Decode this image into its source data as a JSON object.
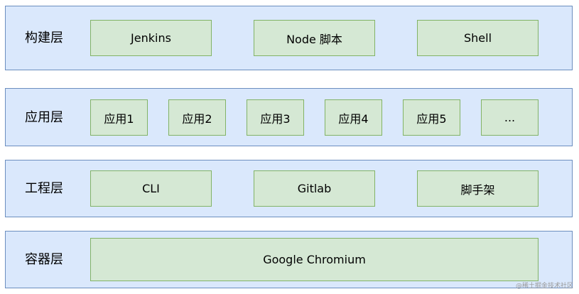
{
  "layers": [
    {
      "label": "构建层",
      "items": [
        "Jenkins",
        "Node 脚本",
        "Shell"
      ]
    },
    {
      "label": "应用层",
      "items": [
        "应用1",
        "应用2",
        "应用3",
        "应用4",
        "应用5",
        "..."
      ]
    },
    {
      "label": "工程层",
      "items": [
        "CLI",
        "Gitlab",
        "脚手架"
      ]
    },
    {
      "label": "容器层",
      "items": [
        "Google Chromium"
      ]
    }
  ],
  "watermark": "@稀土掘金技术社区",
  "colors": {
    "layer_fill": "#dae8fc",
    "layer_border": "#6c8ebf",
    "box_fill": "#d5e8d4",
    "box_border": "#82b366"
  }
}
